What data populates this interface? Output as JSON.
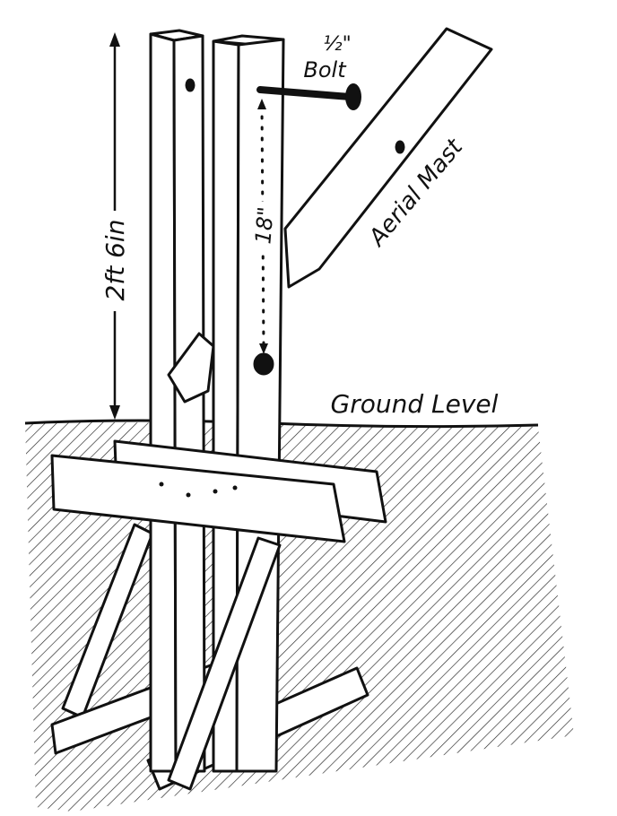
{
  "labels": {
    "bolt_fraction": "½\"",
    "bolt": "Bolt",
    "aerial_mast": "Aerial Mast",
    "height": "2ft 6in",
    "spacing": "18\"",
    "ground_level": "Ground Level"
  }
}
